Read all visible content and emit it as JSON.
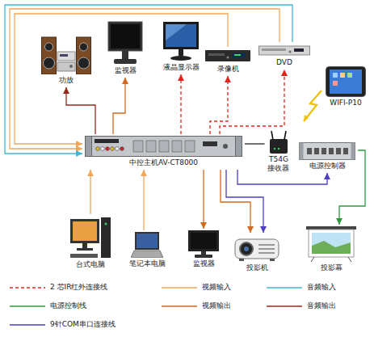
{
  "diagram": {
    "nodes": [
      {
        "text": [
          "功放"
        ]
      },
      {
        "text": [
          "监视器"
        ]
      },
      {
        "text": [
          "液晶显示器"
        ]
      },
      {
        "text": [
          "录像机"
        ]
      },
      {
        "text": [
          "DVD"
        ]
      },
      {
        "text": [
          "WIFI-P10"
        ]
      },
      {
        "text": [
          "中控主机AV-CT8000"
        ]
      },
      {
        "text": [
          "T54G 接收器"
        ]
      },
      {
        "text": [
          "电源控制器"
        ]
      },
      {
        "text": [
          "台式电脑"
        ]
      },
      {
        "text": [
          "笔记本电脑"
        ]
      },
      {
        "text": [
          "监视器"
        ]
      },
      {
        "text": [
          "投影机"
        ]
      },
      {
        "text": [
          "投影幕"
        ]
      }
    ],
    "edges": [
      {
        "from": 6,
        "to": 0,
        "arrow": "to"
      },
      {
        "from": 6,
        "to": 1,
        "arrow": "to"
      },
      {
        "from": 6,
        "to": 2,
        "arrow": "to"
      },
      {
        "from": 6,
        "to": 3,
        "arrow": "to"
      },
      {
        "from": 6,
        "to": 4,
        "arrow": "to"
      },
      {
        "from": 3,
        "to": 6,
        "arrow": "to"
      },
      {
        "from": 4,
        "to": 6,
        "arrow": "to"
      },
      {
        "from": 4,
        "to": 6,
        "arrow": "to"
      },
      {
        "from": 6,
        "to": 7,
        "arrow": "none"
      },
      {
        "from": 6,
        "to": 8,
        "arrow": "to"
      },
      {
        "from": 8,
        "to": 13,
        "arrow": "to"
      },
      {
        "from": 9,
        "to": 6,
        "arrow": "to"
      },
      {
        "from": 10,
        "to": 6,
        "arrow": "to"
      },
      {
        "from": 6,
        "to": 11,
        "arrow": "to"
      },
      {
        "from": 6,
        "to": 12,
        "arrow": "to"
      },
      {
        "from": 6,
        "to": 12,
        "arrow": "to"
      }
    ],
    "legend": [
      {
        "text": "2 芯IR红外连接线"
      },
      {
        "text": "视频输入"
      },
      {
        "text": "音频输入"
      },
      {
        "text": "电源控制线"
      },
      {
        "text": "视频输出"
      },
      {
        "text": "音频输出"
      },
      {
        "text": "9针COM串口连接线"
      }
    ]
  }
}
